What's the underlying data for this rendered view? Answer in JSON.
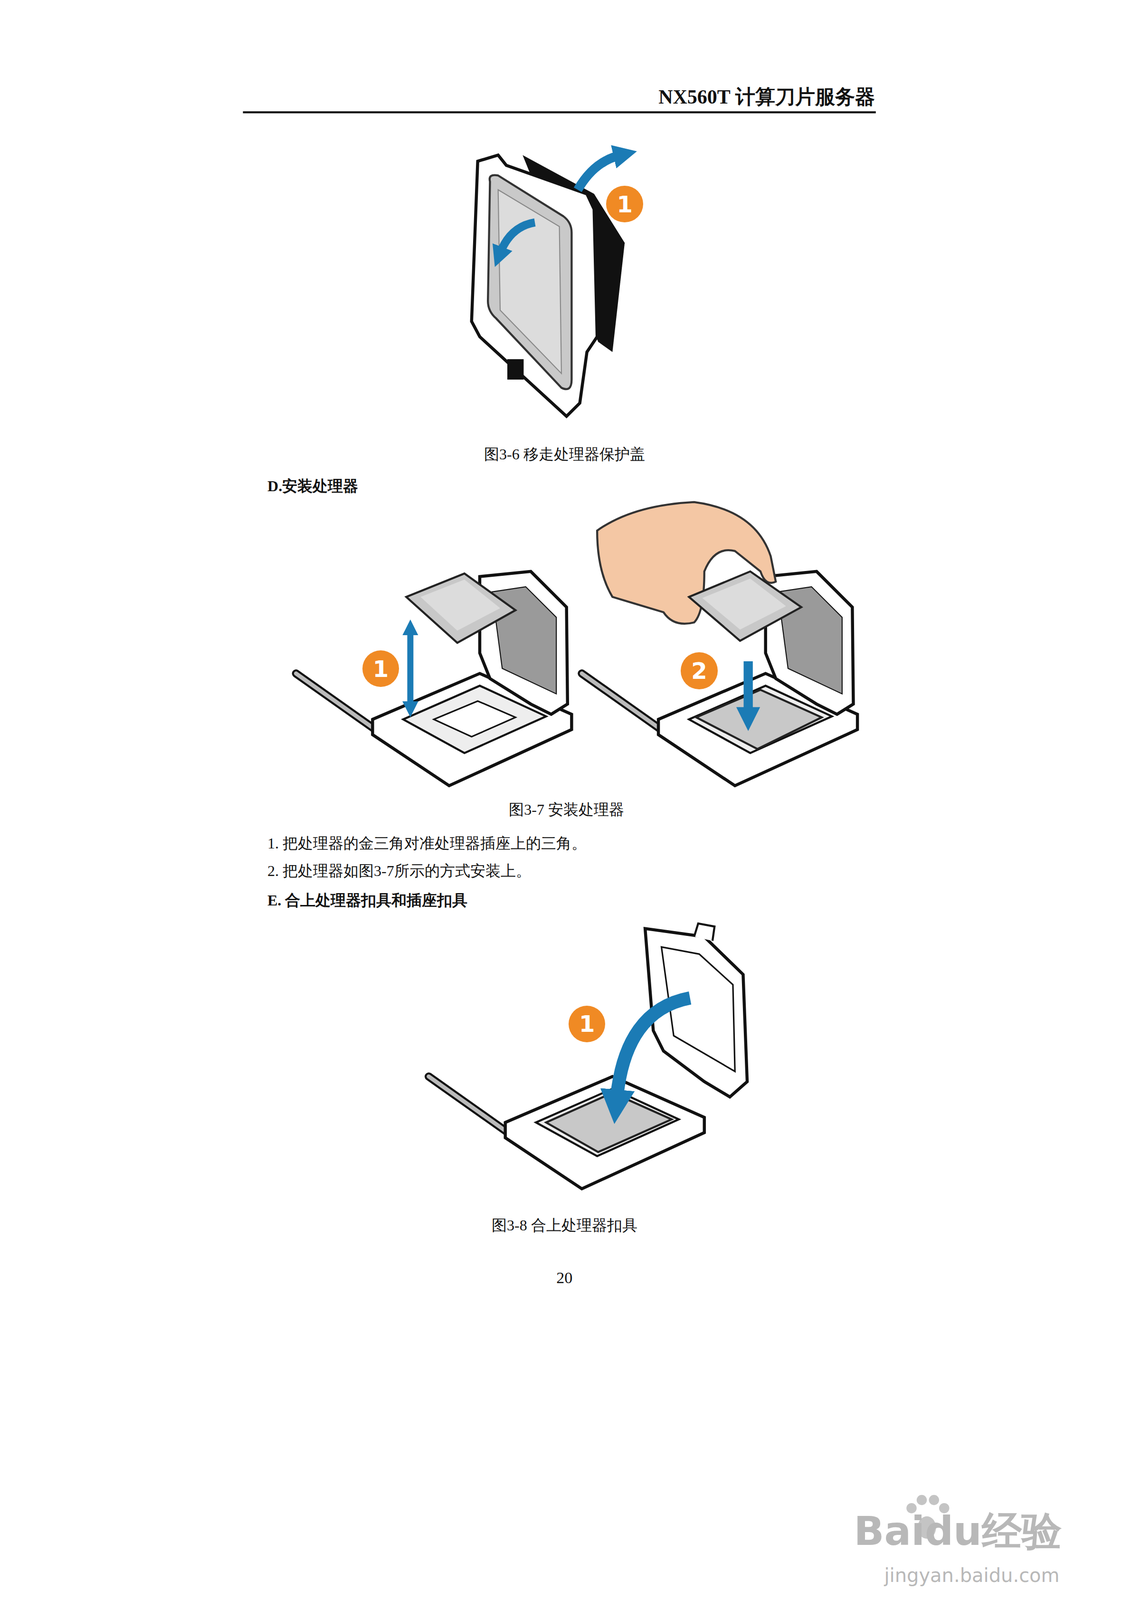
{
  "diagram": {
    "nodes": [
      {
        "text": [
          "1"
        ]
      },
      {
        "text": [
          "1"
        ]
      },
      {
        "text": [
          "2"
        ]
      },
      {
        "text": [
          "1"
        ]
      }
    ],
    "labels": [
      "NX560T 计算刀片服务器",
      "图3-6 移走处理器保护盖",
      "D.安装处理器",
      "图3-7 安装处理器",
      "1.  把处理器的金三角对准处理器插座上的三角。",
      "2.  把处理器如图3-7所示的方式安装上。",
      "E. 合上处理器扣具和插座扣具",
      "图3-8 合上处理器扣具",
      "20",
      "Baidu经验",
      "jingyan.baidu.com"
    ]
  }
}
